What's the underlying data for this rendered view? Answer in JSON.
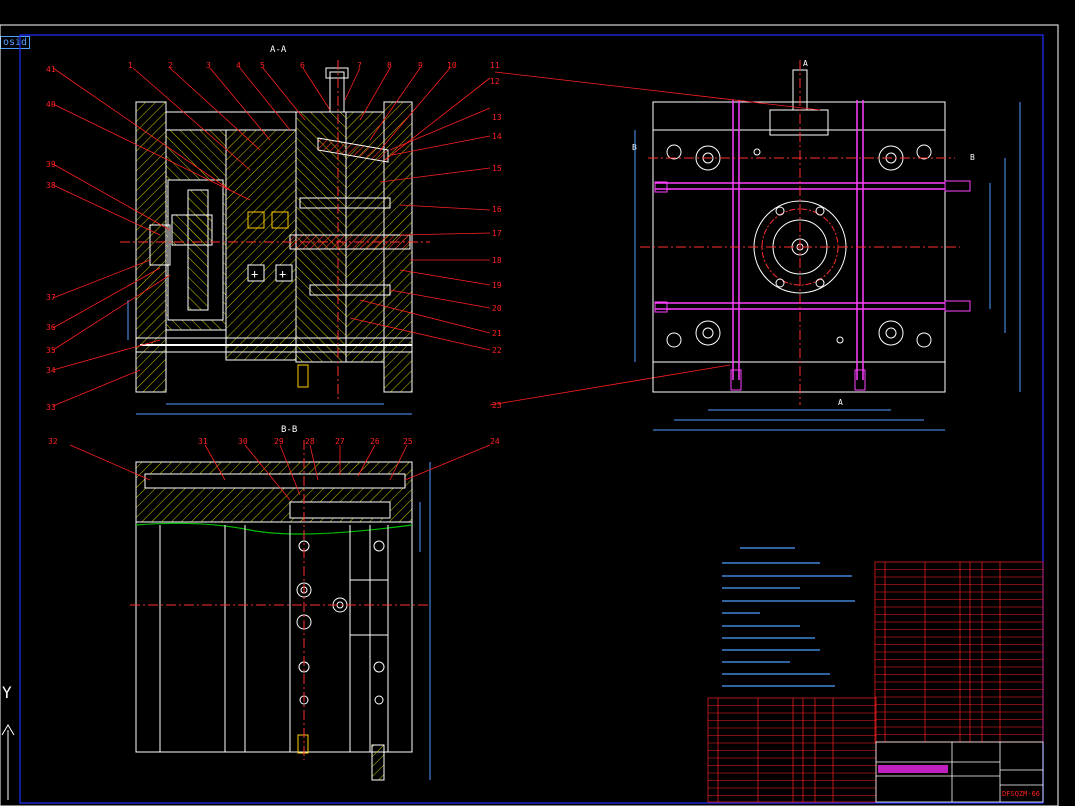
{
  "viewport": {
    "label": "osid"
  },
  "views": {
    "section_aa": "A-A",
    "section_bb": "B-B",
    "marker_a_top": "A",
    "marker_a_bottom": "A",
    "marker_b_left": "B",
    "marker_b_right": "B"
  },
  "balloons": {
    "top": [
      "1",
      "2",
      "3",
      "4",
      "5",
      "6",
      "7",
      "8",
      "9",
      "10",
      "11",
      "12"
    ],
    "left": [
      "41",
      "40",
      "39",
      "38",
      "37",
      "36",
      "35",
      "34",
      "33"
    ],
    "right": [
      "13",
      "14",
      "15",
      "16",
      "17",
      "18",
      "19",
      "20",
      "21",
      "22",
      "23"
    ],
    "bb": [
      "32",
      "31",
      "30",
      "29",
      "28",
      "27",
      "26",
      "25",
      "24"
    ]
  },
  "title_block": {
    "part_no": "DFSQZM-66"
  },
  "ucs": {
    "y_label": "Y"
  },
  "colors": {
    "frame": "#ffffff",
    "border": "#2030ff",
    "outline": "#ffffff",
    "hatch": "#e6e600",
    "leader": "#ff2020",
    "centerline": "#ff3030",
    "cooling": "#ff40ff",
    "dimension": "#4ea0ff",
    "green": "#00c000",
    "table": "#ff2020"
  }
}
